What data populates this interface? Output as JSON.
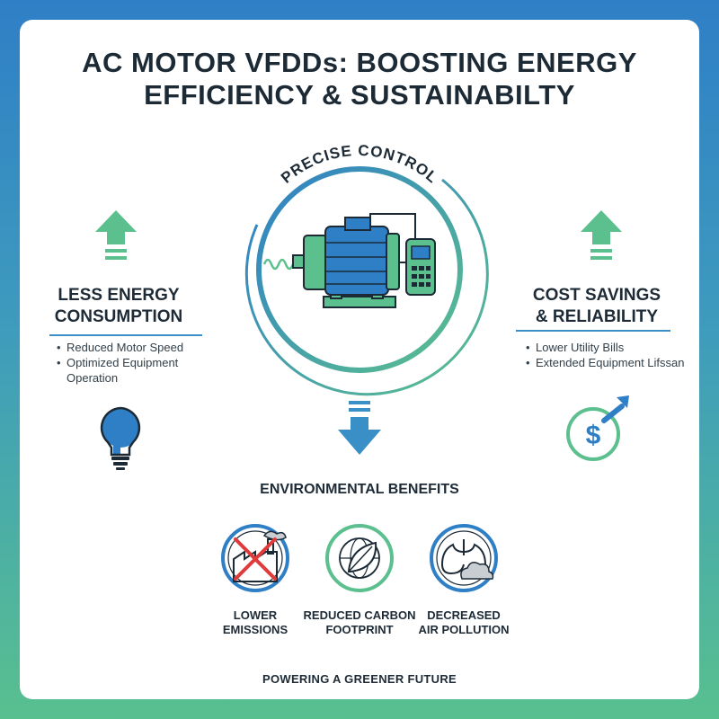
{
  "title": {
    "line1": "AC MOTOR VFDDs: BOOSTING ENERGY",
    "line2": "EFFICIENCY & SUSTAINABILTY"
  },
  "center": {
    "arc_label": "PRECISE CONTROL"
  },
  "left_panel": {
    "heading_line1": "LESS ENERGY",
    "heading_line2": "CONSUMPTION",
    "bullet1": "Reduced Motor Speed",
    "bullet2_line1": "Optimized Equipment",
    "bullet2_line2": "Operation"
  },
  "right_panel": {
    "heading_line1": "COST SAVINGS",
    "heading_line2": "& RELIABILITY",
    "bullet1": "Lower Utility Bills",
    "bullet2": "Extended Equipment Lifssan"
  },
  "environment": {
    "heading": "ENVIRONMENTAL BENEFITS",
    "items": [
      {
        "line1": "LOWER",
        "line2": "EMISSIONS"
      },
      {
        "line1": "REDUCED CARBON",
        "line2": "FOOTPRINT"
      },
      {
        "line1": "DECREASED",
        "line2": "AIR POLLUTION"
      }
    ]
  },
  "footer": "POWERING A GREENER FUTURE",
  "colors": {
    "blue": "#2f7fc6",
    "green": "#5cc08e",
    "dark": "#1c2a36"
  },
  "icons": [
    "up-arrow-icon",
    "lightbulb-icon",
    "dollar-growth-icon",
    "down-arrow-icon",
    "motor-icon",
    "factory-crossed-icon",
    "leaf-globe-icon",
    "lungs-cloud-icon"
  ]
}
